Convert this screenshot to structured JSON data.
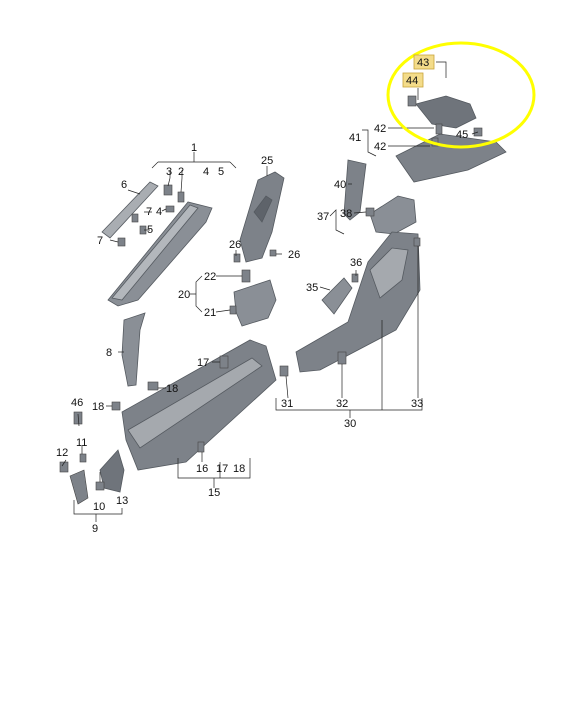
{
  "diagram": {
    "highlight_color": "#ffff00",
    "part_fill": "#8a8f96",
    "part_dark": "#5e636a",
    "part_light": "#b3b7bc",
    "label_highlight_fill": "#f4dc8a",
    "callouts": {
      "c1": "1",
      "c2": "2",
      "c3": "3",
      "c4a": "4",
      "c4b": "4",
      "c5a": "5",
      "c5b": "5",
      "c6": "6",
      "c7a": "7",
      "c7b": "7",
      "c8": "8",
      "c9": "9",
      "c10": "10",
      "c11": "11",
      "c12": "12",
      "c13": "13",
      "c15": "15",
      "c16": "16",
      "c17a": "17",
      "c17b": "17",
      "c18a": "18",
      "c18b": "18",
      "c18c": "18",
      "c20": "20",
      "c21": "21",
      "c22": "22",
      "c25": "25",
      "c26a": "26",
      "c26b": "26",
      "c30": "30",
      "c31": "31",
      "c32": "32",
      "c33": "33",
      "c35": "35",
      "c36": "36",
      "c37": "37",
      "c38": "38",
      "c40": "40",
      "c41": "41",
      "c42a": "42",
      "c42b": "42",
      "c43": "43",
      "c44": "44",
      "c45": "45",
      "c46": "46"
    }
  }
}
